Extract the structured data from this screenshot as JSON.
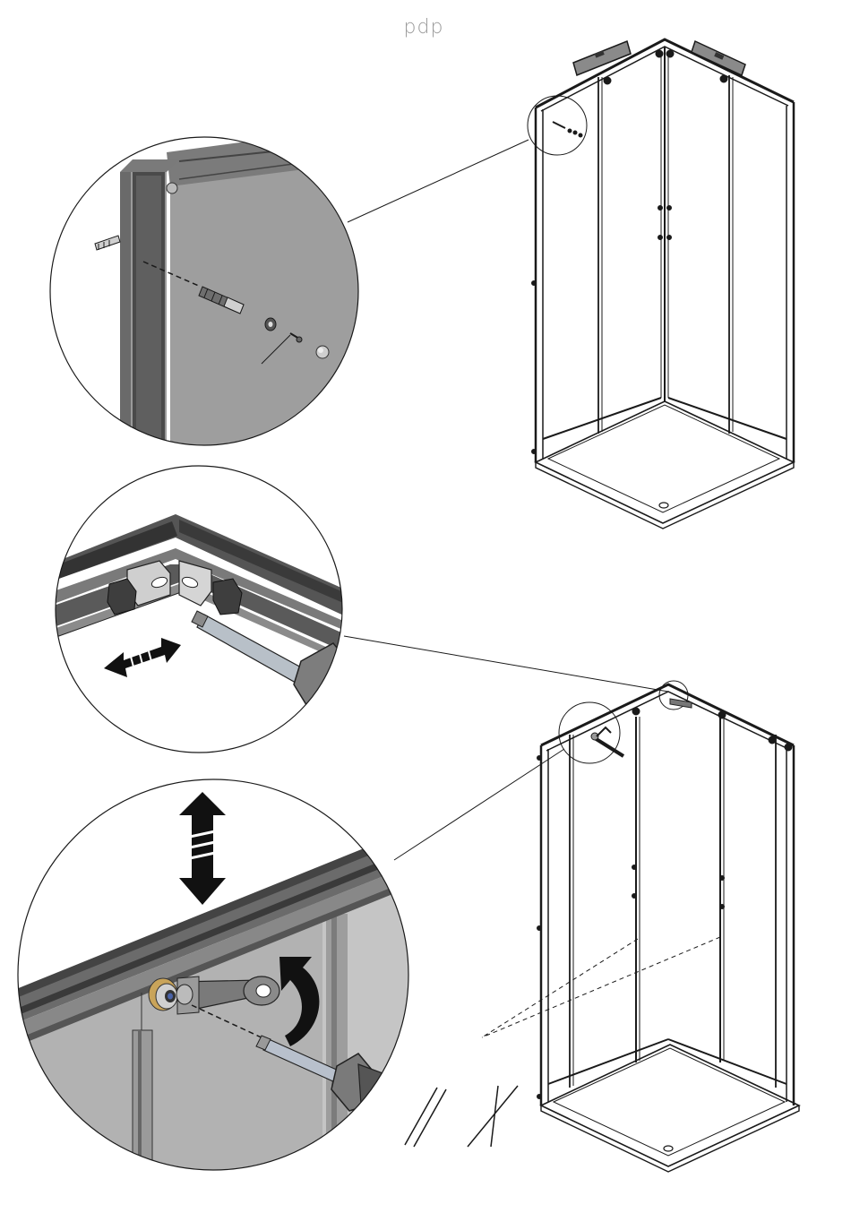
{
  "header": {
    "logo_text": "pdp"
  },
  "figures": {
    "top_shower": "shower-enclosure-top",
    "bottom_shower": "shower-enclosure-bottom"
  },
  "icons": {
    "arrow_horizontal": "double-arrow-horizontal-icon",
    "arrow_vertical": "double-arrow-vertical-icon",
    "arrow_rotate": "rotate-arrow-icon",
    "screwdriver": "screwdriver-icon",
    "wrench": "wrench-icon",
    "screw": "screw-icon",
    "level": "spirit-level-icon"
  },
  "colors": {
    "line": "#1a1a1a",
    "panel_gray": "#9c9c9c",
    "panel_dark": "#5a5a5a"
  }
}
